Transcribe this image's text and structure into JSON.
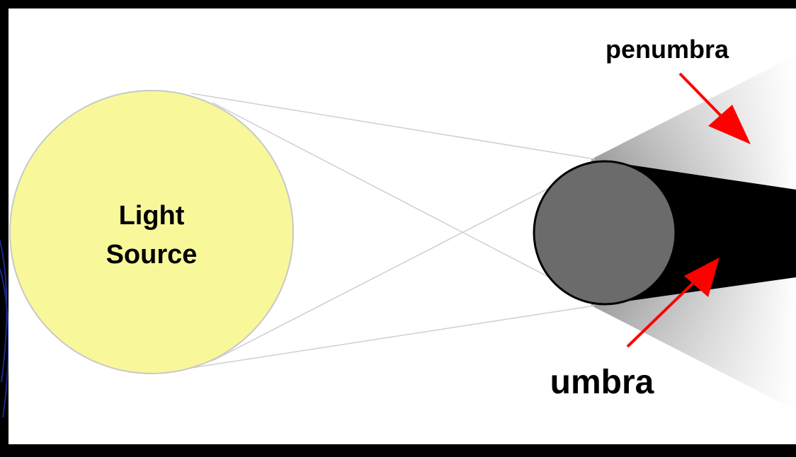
{
  "diagram": {
    "light_source_label_line1": "Light",
    "light_source_label_line2": "Source",
    "penumbra_label": "penumbra",
    "umbra_label": "umbra"
  },
  "colors": {
    "background_frame": "#000000",
    "panel": "#ffffff",
    "light_source_fill": "#f8f89a",
    "object_fill": "#6b6b6b",
    "umbra_fill": "#000000",
    "penumbra_fill": "#bdbdbd",
    "arrow": "#ff0000",
    "ray_lines": "#cfcfcf",
    "frame_accent": "#1a2a8a"
  }
}
